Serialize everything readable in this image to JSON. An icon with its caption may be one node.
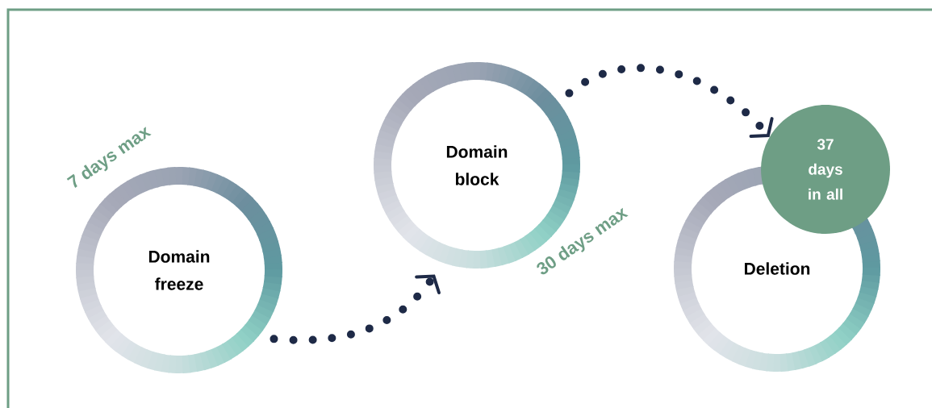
{
  "diagram": {
    "nodes": [
      {
        "text": [
          "Domain freeze"
        ],
        "beside": [
          "7 days max"
        ]
      },
      {
        "text": [
          "Domain block"
        ],
        "beside": [
          "30 days max"
        ]
      },
      {
        "text": [
          "Deletion"
        ]
      },
      {
        "text": [
          "37 days in all"
        ]
      }
    ],
    "edges": [
      {
        "from": 0,
        "to": 1,
        "arrow": "to"
      },
      {
        "from": 1,
        "to": 3,
        "arrow": "to"
      }
    ]
  }
}
